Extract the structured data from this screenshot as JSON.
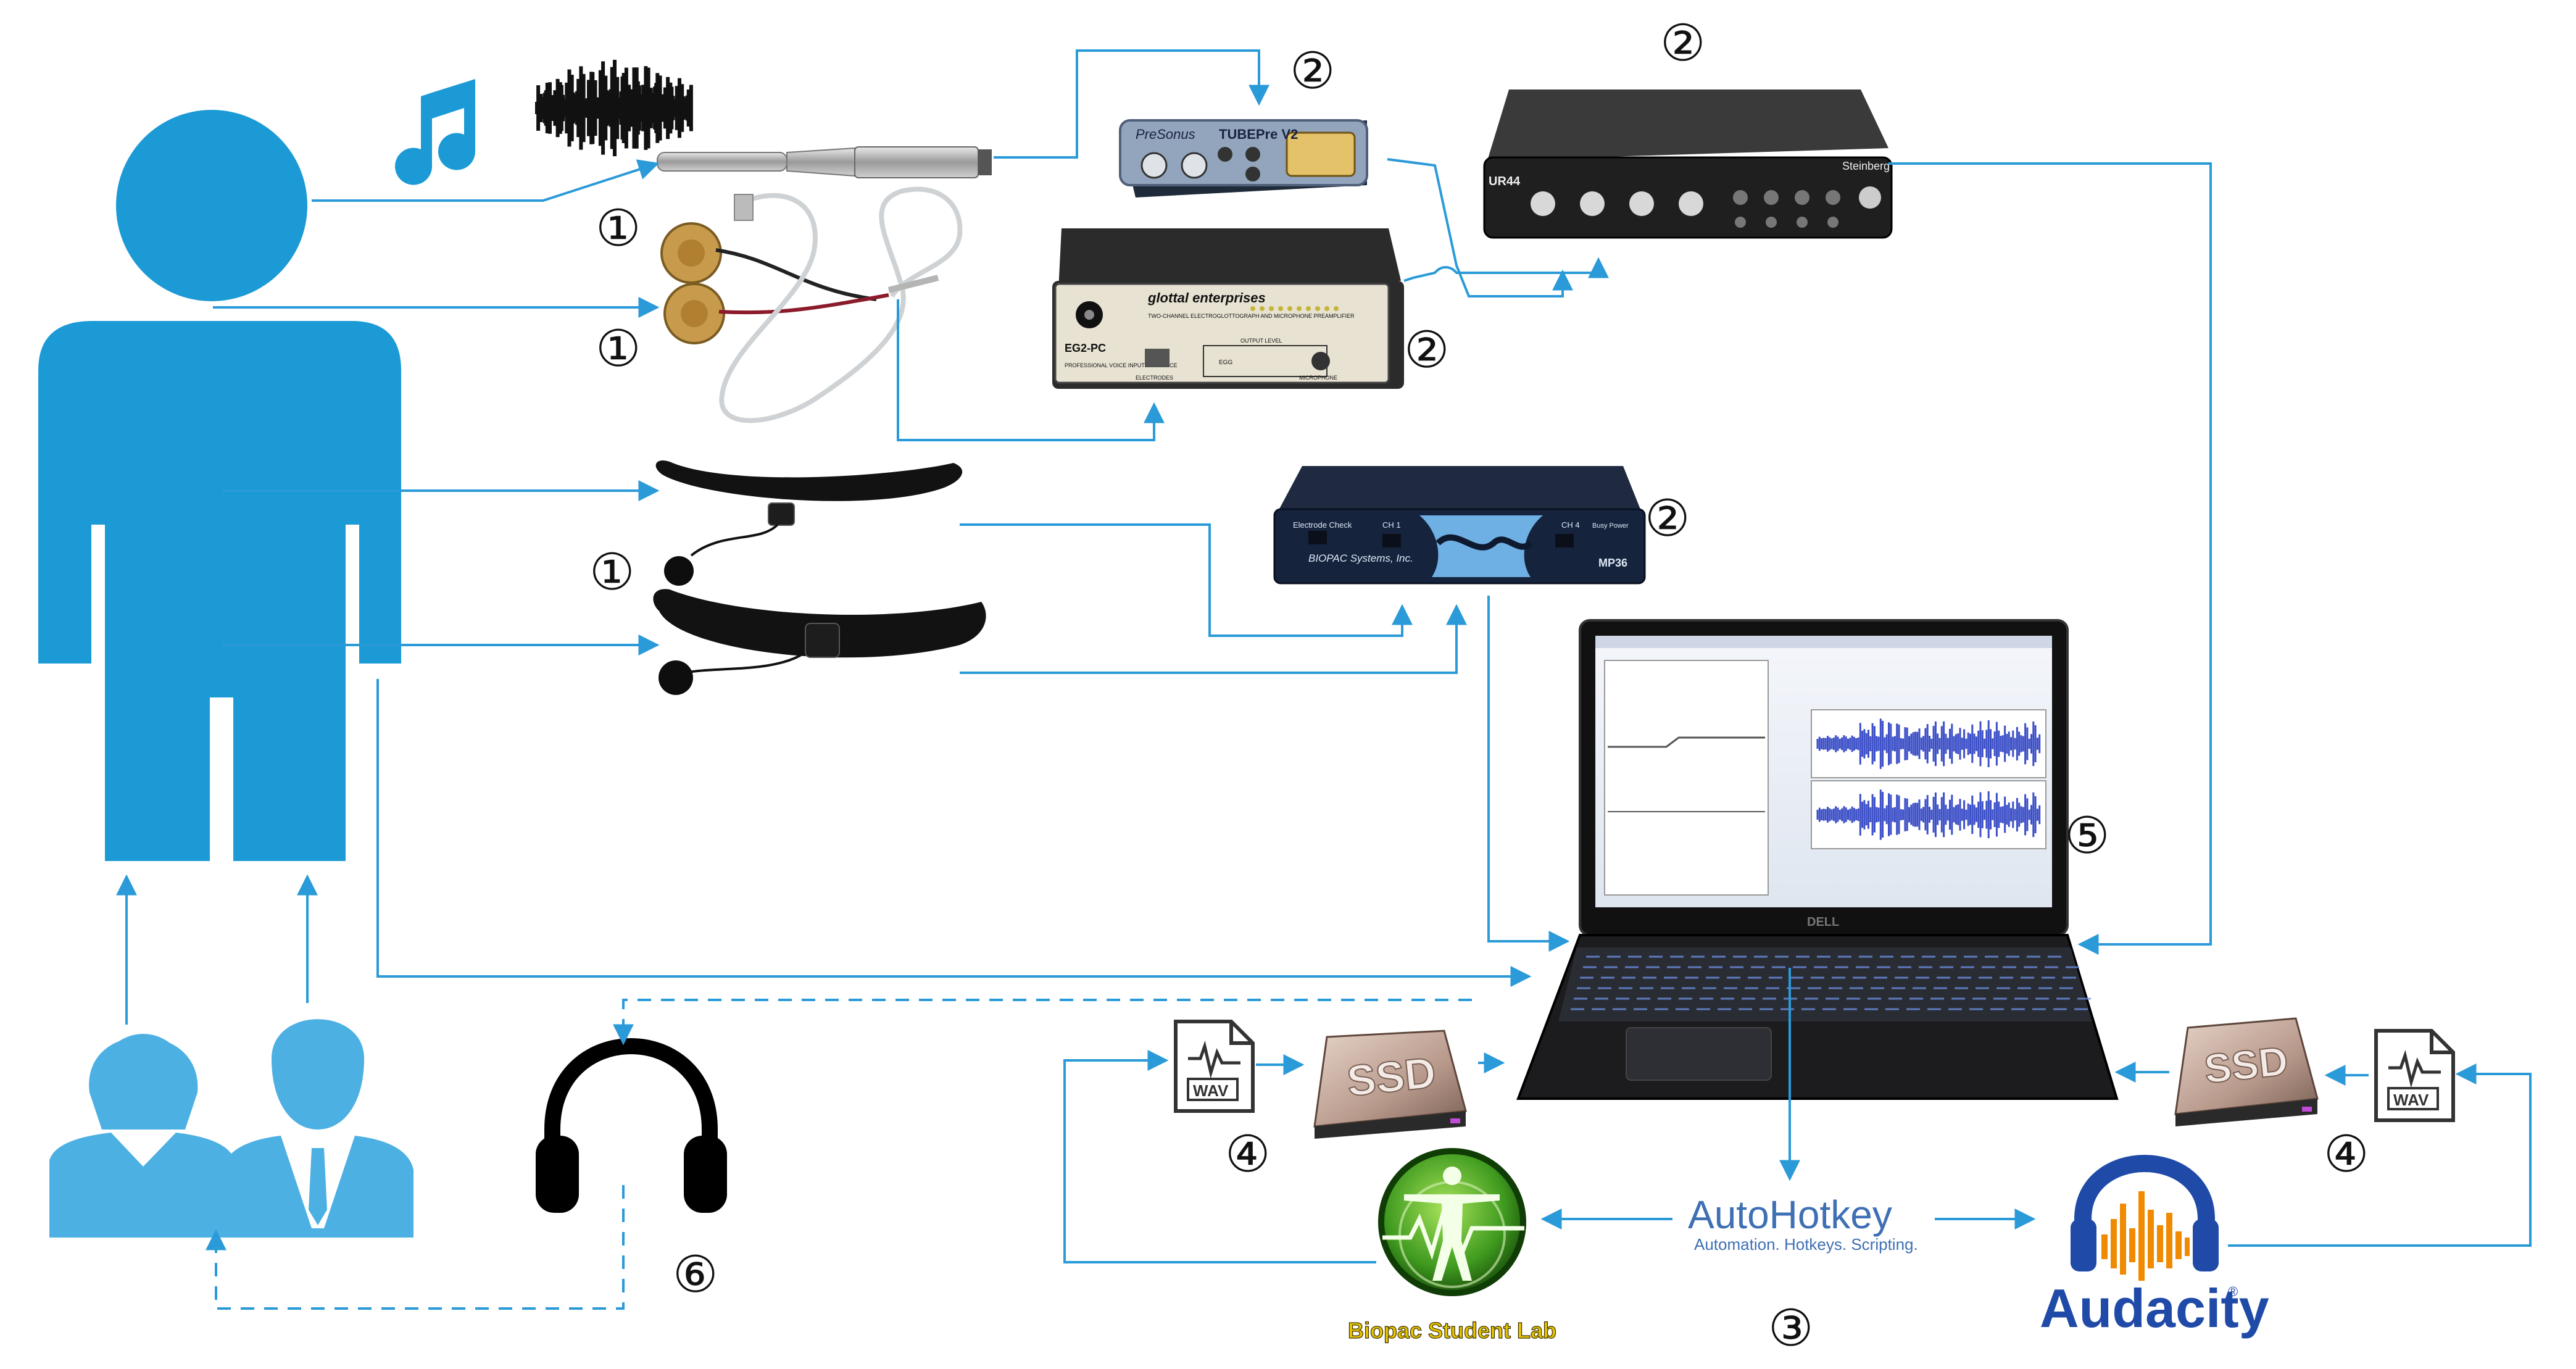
{
  "step_markers": {
    "sensors_voice": "①",
    "sensors_egg": "①",
    "sensors_belts": "①",
    "device_tubepre": "②",
    "device_ur44": "②",
    "device_eg2": "②",
    "device_mp36": "②",
    "software_control": "③",
    "storage_left": "④",
    "storage_right": "④",
    "laptop": "⑤",
    "headphones": "⑥"
  },
  "devices": {
    "tubepre_brand": "PreSonus",
    "tubepre_model": "TUBEPre V2",
    "ur44_brand": "Steinberg",
    "ur44_model": "UR44",
    "eg2_brand": "glottal enterprises",
    "eg2_desc": "TWO-CHANNEL ELECTROGLOTTOGRAPH AND MICROPHONE PREAMPLIFIER",
    "eg2_model": "EG2-PC",
    "eg2_sub": "PROFESSIONAL VOICE INPUT INTERFACE",
    "eg2_out": "OUTPUT LEVEL",
    "eg2_egg": "EGG",
    "eg2_mic": "MICROPHONE",
    "eg2_electrodes": "ELECTRODES",
    "mp36_brand": "BIOPAC Systems, Inc.",
    "mp36_model": "MP36",
    "mp36_check": "Electrode Check",
    "mp36_ch1": "CH 1",
    "mp36_ch4": "CH 4",
    "mp36_power": "Busy Power",
    "laptop_brand": "DELL"
  },
  "software": {
    "autohotkey_name": "AutoHotkey",
    "autohotkey_tagline": "Automation. Hotkeys. Scripting.",
    "biopac_name": "Biopac Student Lab",
    "audacity_name": "Audacity",
    "audacity_mark": "®"
  },
  "storage": {
    "ssd_label": "SSD",
    "file_label": "WAV"
  },
  "colors": {
    "figure_blue": "#1b9ad6",
    "connector_blue": "#2b9ad8",
    "device_dark": "#2a2a2a",
    "biopac_green": "#3f9a1f",
    "audacity_orange": "#f08a00",
    "audacity_blue": "#1f4aa8"
  },
  "icons": [
    "person-icon",
    "music-note-icon",
    "waveform-icon",
    "microphone-icon",
    "egg-electrode-icon",
    "belt-sensor-icon",
    "woman-icon",
    "man-icon",
    "headphones-icon",
    "ssd-icon",
    "wav-file-icon",
    "biopac-logo-icon",
    "audacity-logo-icon",
    "laptop-icon"
  ]
}
